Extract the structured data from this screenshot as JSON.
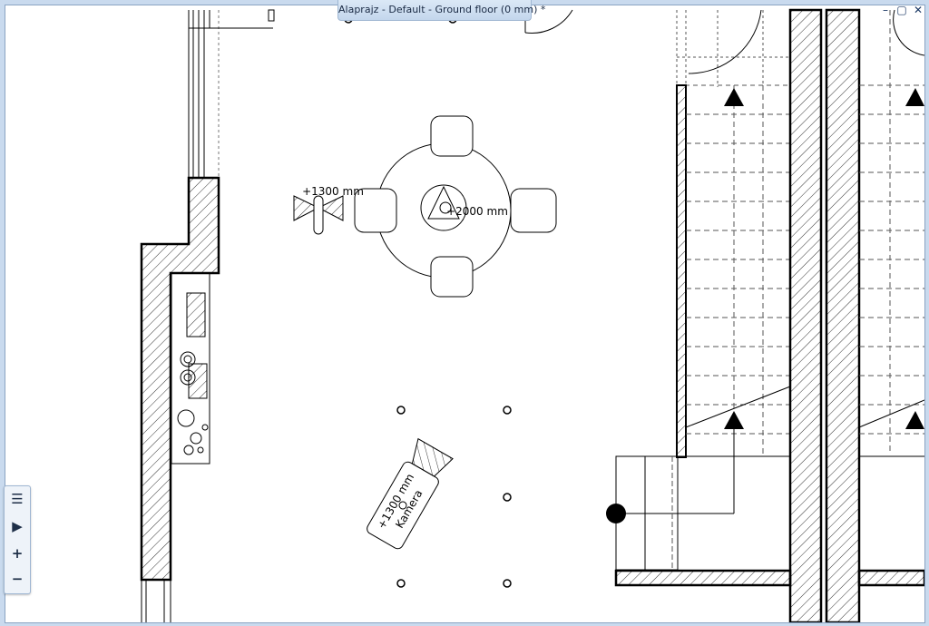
{
  "window": {
    "title": "Alaprajz - Default - Ground floor (0 mm) *"
  },
  "controls": {
    "minimize": "–",
    "restore": "▢",
    "close": "✕"
  },
  "plan": {
    "window_height_label": "+1300 mm",
    "lamp_height_label": "+2000 mm",
    "camera_height_label": "+1300 mm",
    "camera_label": "Kamera"
  },
  "toolbar": {
    "list_icon": "☰",
    "play_icon": "▶",
    "zoom_in": "+",
    "zoom_out": "−"
  },
  "colors": {
    "accent": "#1d3a66",
    "wall": "#000000",
    "window_bg": "#c9daee"
  }
}
